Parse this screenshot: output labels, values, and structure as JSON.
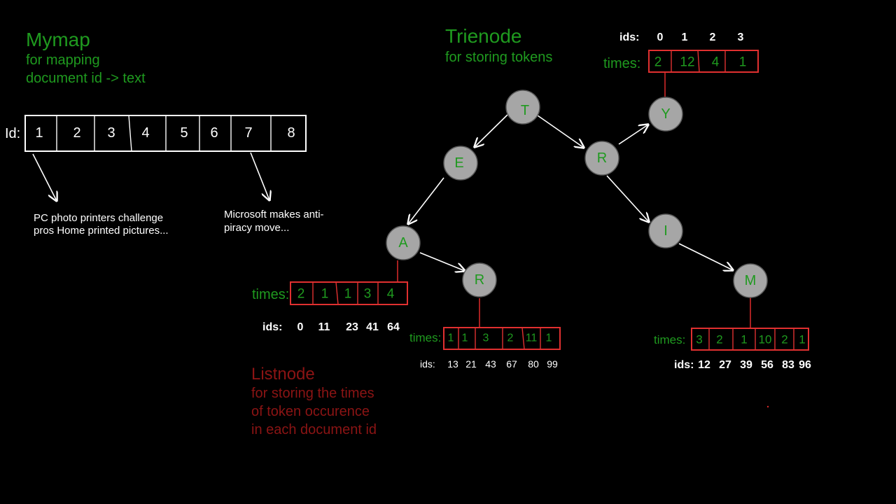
{
  "mymap": {
    "title": "Mymap",
    "subtitle_1": "for mapping",
    "subtitle_2": "document id -> text",
    "id_label": "Id:",
    "ids": [
      "1",
      "2",
      "3",
      "4",
      "5",
      "6",
      "7",
      "8"
    ],
    "doc_1_line1": "PC photo printers challenge",
    "doc_1_line2": "pros  Home printed pictures...",
    "doc_7_line1": "Microsoft makes anti-",
    "doc_7_line2": "piracy move..."
  },
  "trienode": {
    "title": "Trienode",
    "subtitle": "for storing tokens",
    "nodes": {
      "T": "T",
      "E": "E",
      "R1": "R",
      "Y": "Y",
      "A": "A",
      "R2": "R",
      "I": "I",
      "M": "M"
    }
  },
  "listnode": {
    "title": "Listnode",
    "line_1": "for storing the times",
    "line_2": "of token occurence",
    "line_3": "in each document id"
  },
  "lists": {
    "Y": {
      "times_label": "times:",
      "ids_label": "ids:",
      "times": [
        "2",
        "12",
        "4",
        "1"
      ],
      "ids": [
        "0",
        "1",
        "2",
        "3"
      ]
    },
    "A": {
      "times_label": "times:",
      "ids_label": "ids:",
      "times": [
        "2",
        "1",
        "1",
        "3",
        "4"
      ],
      "ids": [
        "0",
        "11",
        "23",
        "41",
        "64"
      ]
    },
    "R2": {
      "times_label": "times:",
      "ids_label": "ids:",
      "times": [
        "1",
        "1",
        "3",
        "2",
        "11",
        "1"
      ],
      "ids": [
        "13",
        "21",
        "43",
        "67",
        "80",
        "99"
      ]
    },
    "M": {
      "times_label": "times:",
      "ids_label": "ids:",
      "times": [
        "3",
        "2",
        "1",
        "10",
        "2",
        "1"
      ],
      "ids": [
        "12",
        "27",
        "39",
        "56",
        "83",
        "96"
      ]
    }
  },
  "colors": {
    "green": "#1f9a1f",
    "dark_red": "#8b1414",
    "red": "#e03030",
    "node_fill": "#a6a6a6",
    "background": "#000000"
  }
}
